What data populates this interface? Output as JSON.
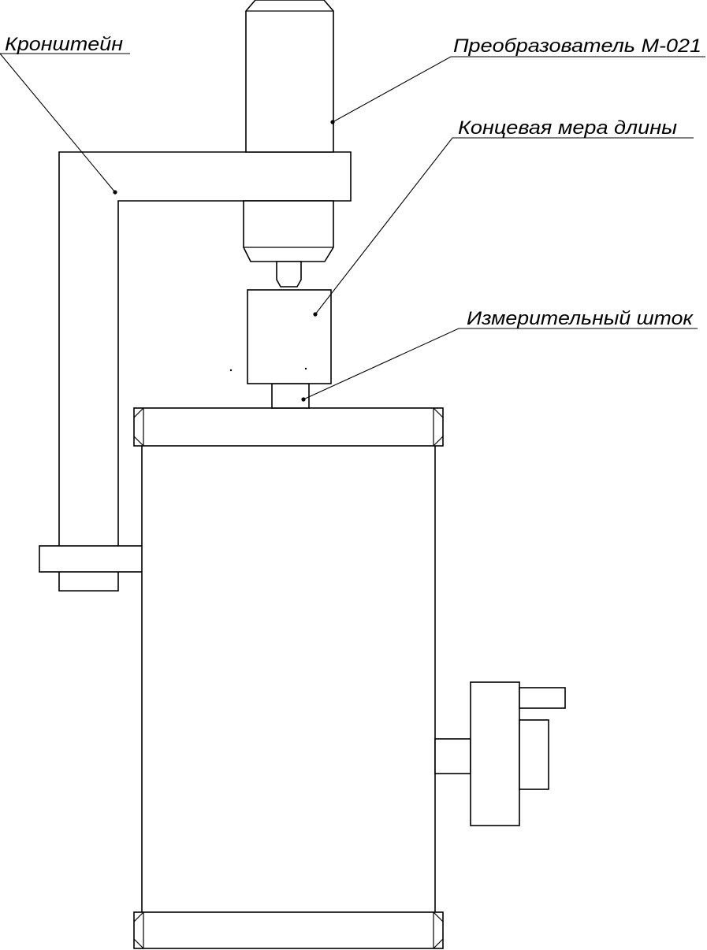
{
  "labels": {
    "bracket": "Кронштейн",
    "converter": "Преобразователь М-021",
    "gauge_block": "Концевая мера длины",
    "measuring_rod": "Измерительный шток"
  }
}
